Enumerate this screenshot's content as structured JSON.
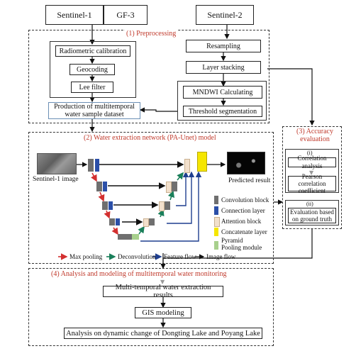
{
  "sources": {
    "sentinel1": "Sentinel-1",
    "gf3": "GF-3",
    "sentinel2": "Sentinel-2"
  },
  "preprocessing": {
    "title": "(1) Preprocessing",
    "sar_steps": [
      "Radiometric calibration",
      "Geocoding",
      "Lee filter"
    ],
    "optical_steps": [
      "Resampling",
      "Layer stacking",
      "MNDWI Calculating",
      "Threshold segmentation"
    ],
    "dataset": "Production of multitemporal water sample dataset"
  },
  "network": {
    "title": "(2) Water extraction network (PA-Unet) model",
    "input_label": "Sentinel-1 image",
    "output_label": "Predicted result",
    "legend": [
      {
        "label": "Convolution block",
        "color": "#6f6f6f"
      },
      {
        "label": "Connection layer",
        "color": "#2b4fa8"
      },
      {
        "label": "Attention block",
        "color": "#f2e0cc"
      },
      {
        "label": "Concatenate layer",
        "color": "#f5e600"
      },
      {
        "label": "Pyramid Pooling module",
        "color": "#a8d08d"
      }
    ],
    "arrow_legend": [
      {
        "label": "Max pooling",
        "color": "#d32f2f"
      },
      {
        "label": "Deconvolution",
        "color": "#1a7f5a"
      },
      {
        "label": "Feature flow",
        "color": "#1f3f8f"
      },
      {
        "label": "Image flow",
        "color": "#111111"
      }
    ]
  },
  "accuracy": {
    "title": "(3) Accuracy evaluation",
    "part1": {
      "tag": "(i)",
      "items": [
        "Correlation analysis",
        "Pearson correlation coefficient"
      ]
    },
    "part2": {
      "tag": "(ii)",
      "items": [
        "Evaluation based on ground truth"
      ]
    }
  },
  "analysis": {
    "title": "(4) Analysis and modeling of multitemporal water monitoring",
    "steps": [
      "Multi-temporal water extraction results",
      "GIS modeling",
      "Analysis on dynamic change of Dongting Lake and Poyang Lake"
    ]
  }
}
